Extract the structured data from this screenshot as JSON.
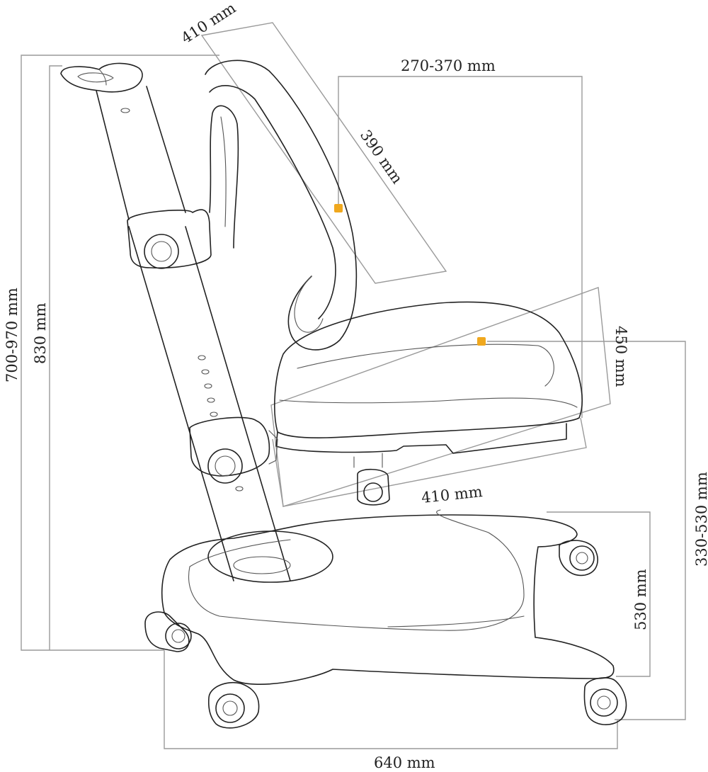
{
  "dimensions": {
    "backrest_depth": "410 mm",
    "backrest_adjust": "270-370 mm",
    "backrest_height": "390 mm",
    "total_height_range": "700-970 mm",
    "total_height": "830 mm",
    "seat_width": "450 mm",
    "seat_depth": "410 mm",
    "seat_height_range": "330-530 mm",
    "base_height": "530 mm",
    "base_length": "640 mm"
  },
  "colors": {
    "marker": "#f0a81e",
    "dimension_line": "#9a9a9a",
    "outline": "#222222"
  }
}
